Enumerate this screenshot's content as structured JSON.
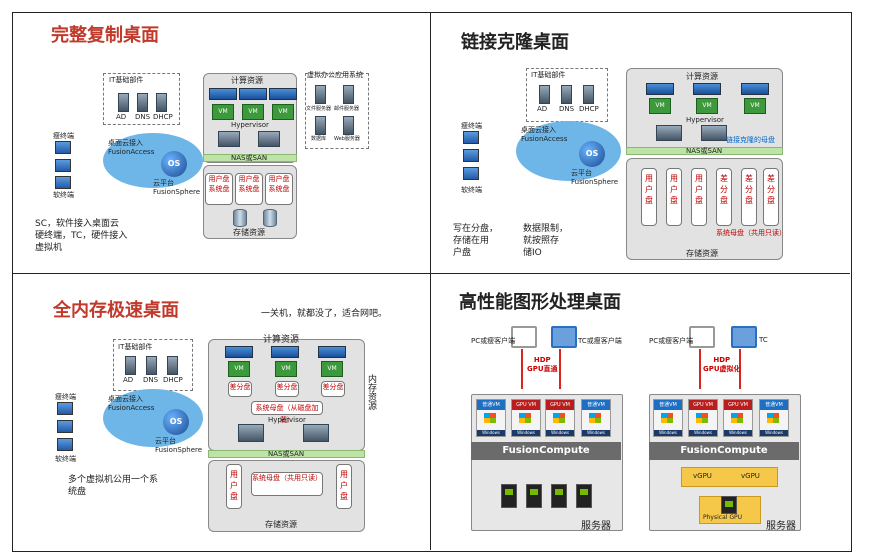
{
  "panels": {
    "p1": {
      "title": "完整复制桌面",
      "it_infra": "IT基础部件",
      "ad": "AD",
      "dns": "DNS",
      "dhcp": "DHCP",
      "compute": "计算资源",
      "office": "虚拟办公应用系统",
      "file_server": "文件服务器",
      "mail_server": "邮件服务器",
      "db_server": "数据库",
      "web_server": "Web服务器",
      "vm": "VM",
      "hypervisor": "Hypervisor",
      "nas_san": "NAS或SAN",
      "user_disk": "用户盘",
      "sys_disk": "系统盘",
      "storage": "存储资源",
      "access": "桌面云接入\nFusionAccess",
      "fusionsphere": "云平台\nFusionSphere",
      "os": "OS",
      "thin_client": "瘦终端",
      "soft_client": "软终端",
      "note": "SC，软件接入桌面云\n硬终端，TC，硬件接入\n虚拟机"
    },
    "p2": {
      "title": "链接克隆桌面",
      "it_infra": "IT基础部件",
      "ad": "AD",
      "dns": "DNS",
      "dhcp": "DHCP",
      "compute": "计算资源",
      "vm": "VM",
      "hypervisor": "Hypervisor",
      "linked": "链接克隆的母盘",
      "nas_san": "NAS或SAN",
      "user_disk": "用户盘",
      "diff_disk": "差分盘",
      "sys_disk": "系统母盘（共用只读）",
      "storage": "存储资源",
      "access": "桌面云接入\nFusionAccess",
      "fusionsphere": "云平台\nFusionSphere",
      "os": "OS",
      "thin_client": "瘦终端",
      "soft_client": "软终端",
      "note_left": "写在分盘，\n存储在用\n户盘",
      "note_right": "数据限制，\n就按照存\n储IO"
    },
    "p3": {
      "title": "全内存极速桌面",
      "quote": "一关机，就都没了，适合网吧。",
      "it_infra": "IT基础部件",
      "ad": "AD",
      "dns": "DNS",
      "dhcp": "DHCP",
      "compute": "计算资源",
      "memory": "内存资源",
      "vm": "VM",
      "diff_disk": "差分盘",
      "sys_mother": "系统母盘（从磁盘加载）",
      "hypervisor": "Hypervisor",
      "nas_san": "NAS或SAN",
      "user_disk": "用户盘",
      "sys_disk": "系统母盘（共用只读）",
      "storage": "存储资源",
      "access": "桌面云接入\nFusionAccess",
      "fusionsphere": "云平台\nFusionSphere",
      "os": "OS",
      "thin_client": "瘦终端",
      "soft_client": "软终端",
      "note": "多个虚拟机公用一个系\n统盘"
    },
    "p4": {
      "title": "高性能图形处理桌面",
      "left": {
        "pc_client": "PC或瘦客户端",
        "tc_client": "TC或瘦客户端",
        "hdp": "HDP\nGPU直通",
        "vm_normal": "普通VM",
        "vm_gpu": "GPU VM",
        "windows": "Windows",
        "fc": "FusionCompute",
        "server": "服务器"
      },
      "right": {
        "pc_client": "PC或瘦客户端",
        "tc_client": "TC",
        "hdp": "HDP\nGPU虚拟化",
        "vm_normal": "普通VM",
        "vm_gpu": "GPU VM",
        "windows": "Windows",
        "fc": "FusionCompute",
        "vgpu": "vGPU",
        "physical_gpu": "Physical GPU",
        "server": "服务器"
      }
    }
  },
  "colors": {
    "title_red": "#c0392b",
    "vm_green": "#3c9a3c",
    "disk_red": "#b00000",
    "fc_gray": "#6b6b6b",
    "gpu_red": "#b81e1e"
  }
}
